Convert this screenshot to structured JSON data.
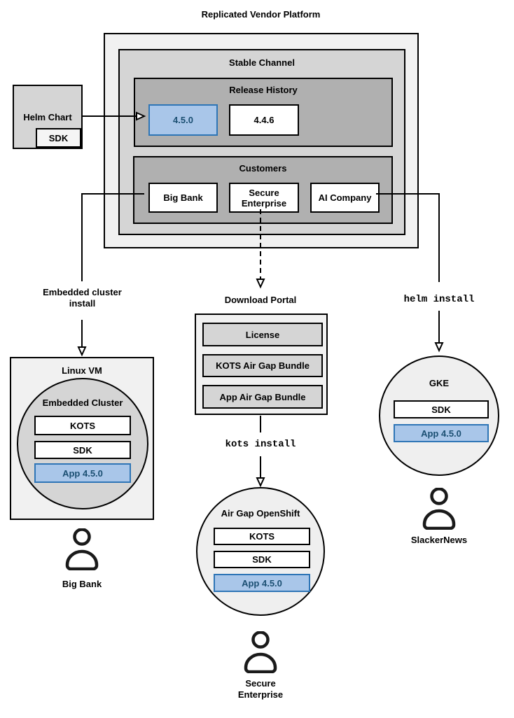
{
  "title": "Replicated Vendor Platform",
  "colors": {
    "layer1_fill": "#f1f1f1",
    "layer2_fill": "#d5d5d5",
    "layer3_fill": "#b0b0b0",
    "circle_fill": "#efefef",
    "sdk_chip_fill": "#f5f5f5",
    "highlight_fill": "#a9c6e9",
    "highlight_border": "#2e75b6",
    "highlight_text": "#1b4f72",
    "line_color": "#000000"
  },
  "platform": {
    "stable_channel": {
      "label": "Stable Channel",
      "release_history": {
        "label": "Release History",
        "releases": [
          {
            "label": "4.5.0",
            "highlighted": true
          },
          {
            "label": "4.4.6",
            "highlighted": false
          }
        ]
      },
      "customers": {
        "label": "Customers",
        "items": [
          {
            "label": "Big Bank"
          },
          {
            "label": "Secure Enterprise"
          },
          {
            "label": "AI Company"
          }
        ]
      }
    }
  },
  "helm_chart": {
    "label": "Helm Chart",
    "sdk_label": "SDK"
  },
  "flows": {
    "big_bank": {
      "edge_label": "Embedded cluster install",
      "target": {
        "label": "Linux VM",
        "cluster_label": "Embedded Cluster",
        "components": [
          {
            "label": "KOTS",
            "highlighted": false
          },
          {
            "label": "SDK",
            "highlighted": false
          },
          {
            "label": "App 4.5.0",
            "highlighted": true
          }
        ]
      },
      "user": "Big Bank"
    },
    "secure_enterprise": {
      "portal": {
        "label": "Download Portal",
        "items": [
          {
            "label": "License"
          },
          {
            "label": "KOTS Air Gap Bundle"
          },
          {
            "label": "App Air Gap Bundle"
          }
        ]
      },
      "edge_label": "kots install",
      "target": {
        "label": "Air Gap OpenShift",
        "components": [
          {
            "label": "KOTS",
            "highlighted": false
          },
          {
            "label": "SDK",
            "highlighted": false
          },
          {
            "label": "App 4.5.0",
            "highlighted": true
          }
        ]
      },
      "user": "Secure Enterprise"
    },
    "slackernews": {
      "edge_label": "helm install",
      "target": {
        "label": "GKE",
        "components": [
          {
            "label": "SDK",
            "highlighted": false
          },
          {
            "label": "App 4.5.0",
            "highlighted": true
          }
        ]
      },
      "user": "SlackerNews"
    }
  }
}
